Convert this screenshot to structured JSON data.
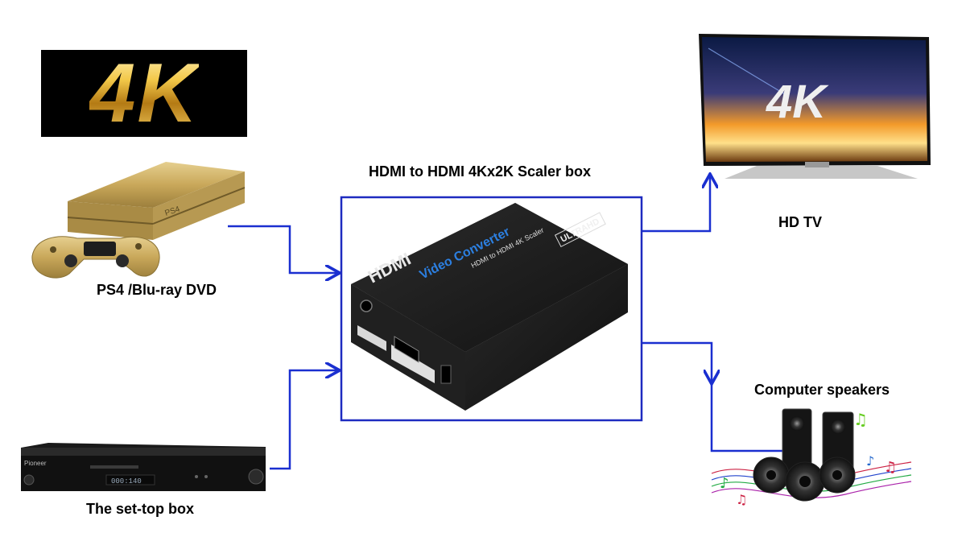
{
  "title": "HDMI to HDMI  4Kx2K Scaler box",
  "logo_text": "4K",
  "sources": {
    "ps4_label": "PS4 /Blu-ray DVD",
    "settop_label": "The set-top box"
  },
  "outputs": {
    "tv_label": "HD TV",
    "speakers_label": "Computer speakers"
  },
  "device_print": {
    "brand": "HDMI",
    "line1": "Video Converter",
    "line2": "HDMI to HDMI 4K Scaler",
    "badge": "ULTRAHD",
    "tv_logo": "4K",
    "ps4_mark": "PS4",
    "player_brand": "Pioneer",
    "player_display": "000:140"
  },
  "colors": {
    "connector": "#1a2fd0",
    "box_border": "#1e2bc0",
    "device_body": "#1b1b1b",
    "gold": "#c9a85a"
  }
}
